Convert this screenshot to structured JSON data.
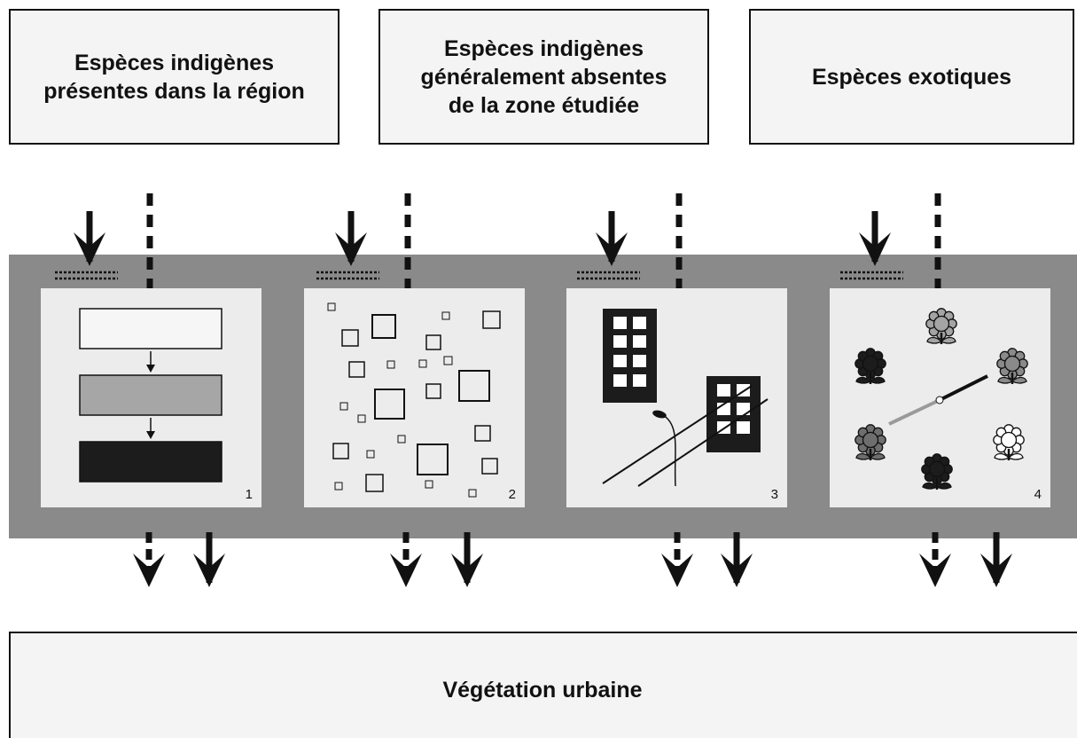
{
  "sources": {
    "native_regional": "Espèces indigènes\nprésentes dans la région",
    "native_absent": "Espèces indigènes\ngénéralement absentes\nde la zone étudiée",
    "exotic": "Espèces exotiques"
  },
  "result": "Végétation urbaine",
  "panels": [
    {
      "number": "1"
    },
    {
      "number": "2"
    },
    {
      "number": "3"
    },
    {
      "number": "4"
    }
  ],
  "colors": {
    "band": "#8a8a8a",
    "panel": "#ececec",
    "box_fill": "#f4f4f4",
    "ink": "#111111",
    "mid_gray": "#a4a4a4",
    "flower_gray": "#6e6e6e"
  }
}
